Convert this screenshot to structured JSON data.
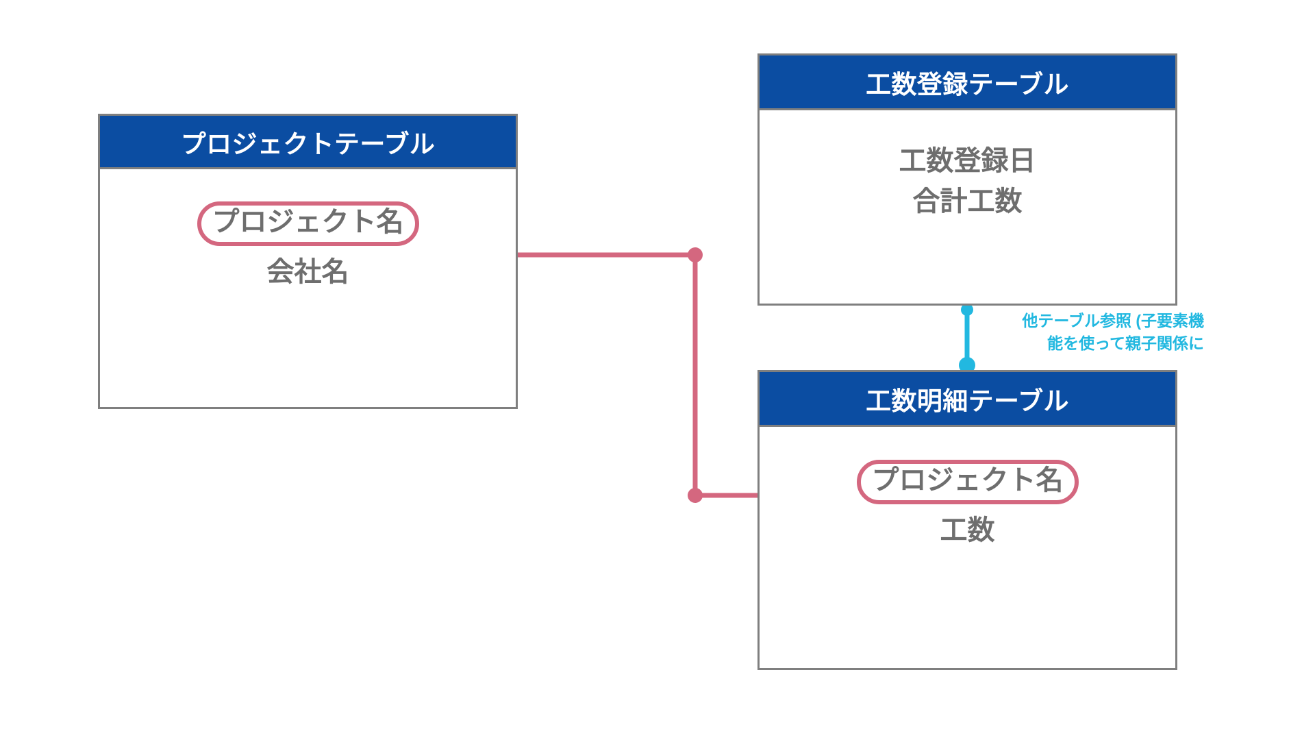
{
  "diagram": {
    "title_visible": false,
    "colors": {
      "header_blue": "#0B4DA2",
      "border_gray": "#7F7F7F",
      "field_text_gray": "#6E6E6E",
      "relation_pink": "#D4677F",
      "annotation_cyan": "#22B8E0",
      "background": "#FFFFFF"
    },
    "entities": [
      {
        "id": "project",
        "title": "プロジェクトテーブル",
        "fields": [
          {
            "label": "プロジェクト名",
            "is_key": true
          },
          {
            "label": "会社名",
            "is_key": false
          }
        ]
      },
      {
        "id": "effort_registration",
        "title": "工数登録テーブル",
        "fields": [
          {
            "label": "工数登録日",
            "is_key": false
          },
          {
            "label": "合計工数",
            "is_key": false
          }
        ]
      },
      {
        "id": "effort_detail",
        "title": "工数明細テーブル",
        "fields": [
          {
            "label": "プロジェクト名",
            "is_key": true
          },
          {
            "label": "工数",
            "is_key": false
          }
        ]
      }
    ],
    "annotations": [
      {
        "id": "parent-child-note",
        "text": "他テーブル参照 (子要素機\n能を使って親子関係に",
        "color": "#22B8E0"
      }
    ],
    "relations": [
      {
        "id": "project-to-effort-detail",
        "from": "project.プロジェクト名",
        "to": "effort_detail.プロジェクト名",
        "color": "#D4677F",
        "style": "elbow"
      },
      {
        "id": "effort-reg-to-effort-detail",
        "from": "effort_registration",
        "to": "effort_detail",
        "color": "#22B8E0",
        "style": "vertical"
      }
    ]
  }
}
